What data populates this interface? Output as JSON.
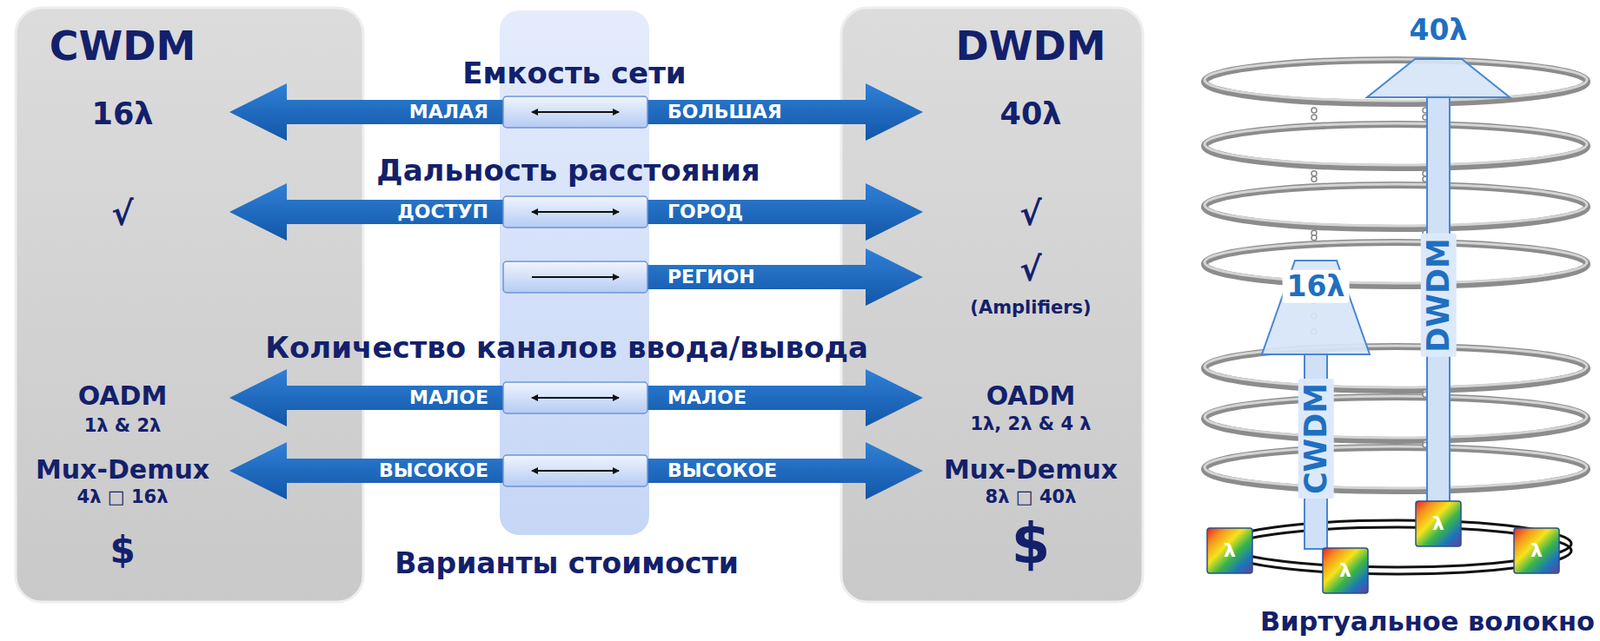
{
  "diagram": {
    "nodes": [
      {
        "text": [
          "CWDM",
          "16λ",
          "√",
          "OADM",
          "1λ & 2λ",
          "Mux-Demux",
          "4λ □ 16λ",
          "$"
        ]
      },
      {
        "text": [
          "DWDM",
          "40λ",
          "√",
          "√",
          "(Amplifiers)",
          "OADM",
          "1λ, 2λ & 4 λ",
          "Mux-Demux",
          "8λ □ 40λ",
          "$"
        ]
      }
    ],
    "labels": [
      "Емкость сети",
      "МАЛАЯ",
      "БОЛЬШАЯ",
      "Дальность расстояния",
      "ДОСТУП",
      "ГОРОД",
      "РЕГИОН",
      "Количество каналов ввода/вывода",
      "МАЛОЕ",
      "МАЛОЕ",
      "ВЫСОКОЕ",
      "ВЫСОКОЕ",
      "Варианты стоимости",
      "40λ",
      "16λ",
      "DWDM",
      "CWDM",
      "λ",
      "λ",
      "λ",
      "λ",
      "Виртуальное волокно"
    ]
  }
}
